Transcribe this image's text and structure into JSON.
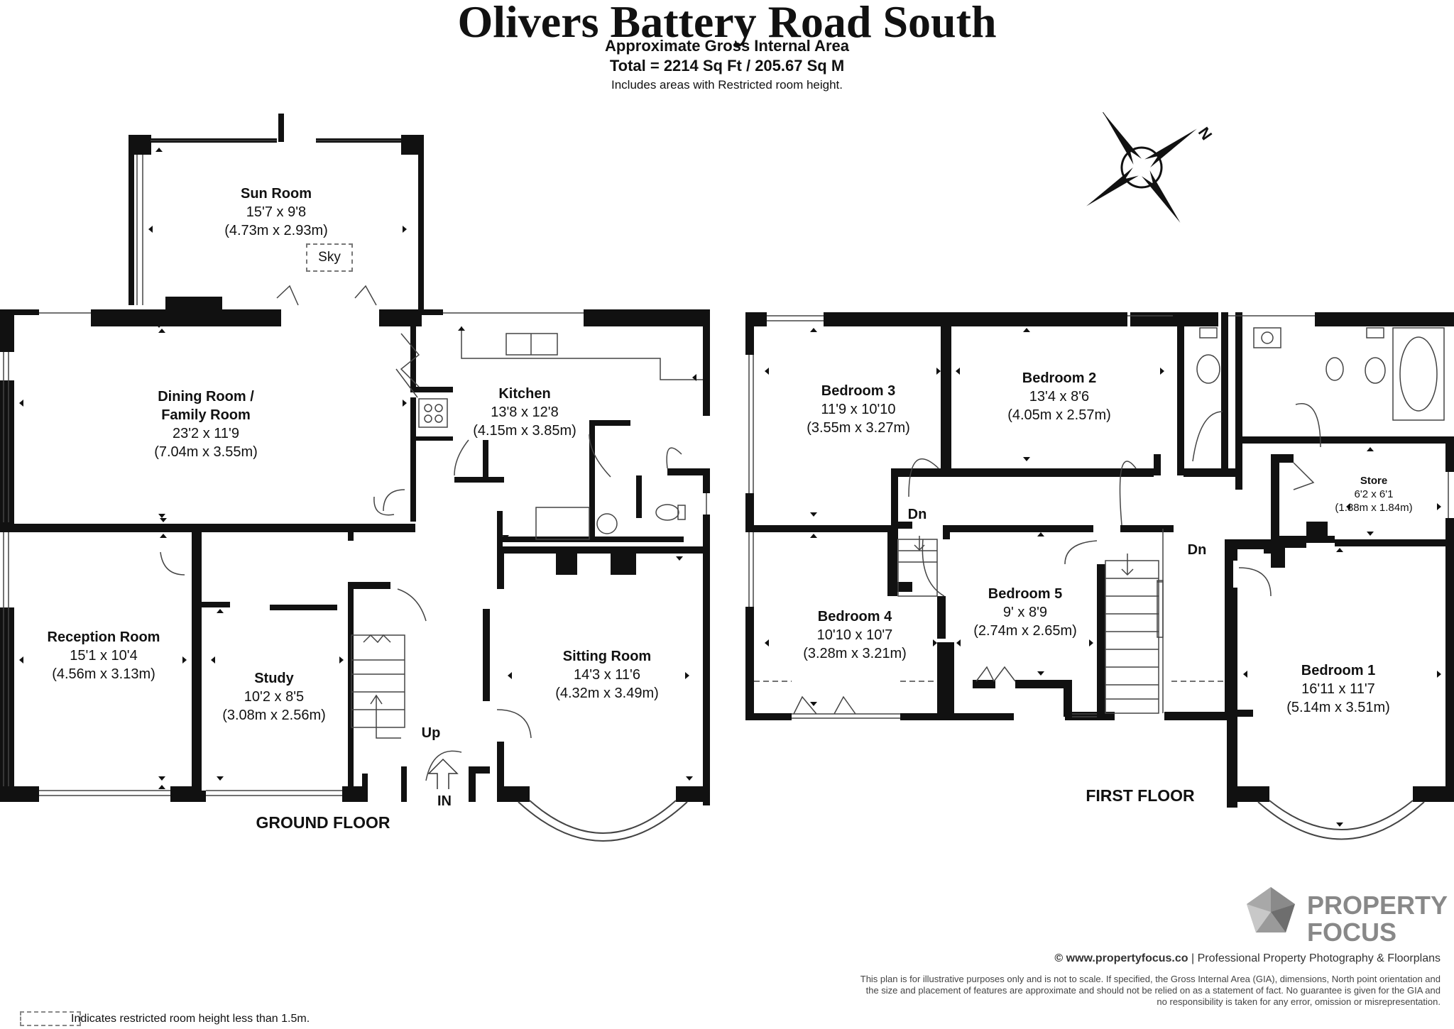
{
  "title": "Olivers Battery Road South",
  "area_heading": "Approximate Gross Internal Area",
  "area_total": "Total = 2214 Sq Ft / 205.67 Sq M",
  "area_note": "Includes areas with Restricted room height.",
  "compass_label": "N",
  "ground_floor": {
    "label": "GROUND FLOOR",
    "rooms": [
      {
        "name": "Sun Room",
        "imperial": "15'7 x 9'8",
        "metric": "(4.73m x 2.93m)"
      },
      {
        "name": "Dining Room /",
        "name2": "Family Room",
        "imperial": "23'2 x 11'9",
        "metric": "(7.04m x 3.55m)"
      },
      {
        "name": "Kitchen",
        "imperial": "13'8 x 12'8",
        "metric": "(4.15m x 3.85m)"
      },
      {
        "name": "Reception Room",
        "imperial": "15'1 x 10'4",
        "metric": "(4.56m x 3.13m)"
      },
      {
        "name": "Study",
        "imperial": "10'2 x 8'5",
        "metric": "(3.08m x 2.56m)"
      },
      {
        "name": "Sitting Room",
        "imperial": "14'3 x 11'6",
        "metric": "(4.32m x 3.49m)"
      }
    ],
    "sky_label": "Sky",
    "up_label": "Up",
    "in_label": "IN"
  },
  "first_floor": {
    "label": "FIRST FLOOR",
    "rooms": [
      {
        "name": "Bedroom 3",
        "imperial": "11'9 x 10'10",
        "metric": "(3.55m x 3.27m)"
      },
      {
        "name": "Bedroom 2",
        "imperial": "13'4 x 8'6",
        "metric": "(4.05m x 2.57m)"
      },
      {
        "name": "Store",
        "imperial": "6'2 x 6'1",
        "metric": "(1.88m x 1.84m)"
      },
      {
        "name": "Bedroom 4",
        "imperial": "10'10 x 10'7",
        "metric": "(3.28m x 3.21m)"
      },
      {
        "name": "Bedroom 5",
        "imperial": "9' x 8'9",
        "metric": "(2.74m x 2.65m)"
      },
      {
        "name": "Bedroom 1",
        "imperial": "16'11 x 11'7",
        "metric": "(5.14m x 3.51m)"
      }
    ],
    "dn_label_1": "Dn",
    "dn_label_2": "Dn"
  },
  "brand": {
    "line1": "PROPERTY",
    "line2": "FOCUS",
    "color": "#8a8a8a"
  },
  "credit": {
    "site": "© www.propertyfocus.co",
    "separator": "|",
    "tagline": "Professional Property Photography & Floorplans"
  },
  "disclaimer": "This plan is for illustrative purposes only and is not to scale. If specified, the Gross Internal Area (GIA), dimensions, North point orientation and the size and placement of features are approximate and should not be relied on as a statement of fact. No guarantee is given for the GIA and no responsibility is taken for any error, omission or misrepresentation.",
  "legend": "Indicates restricted room height less than 1.5m."
}
